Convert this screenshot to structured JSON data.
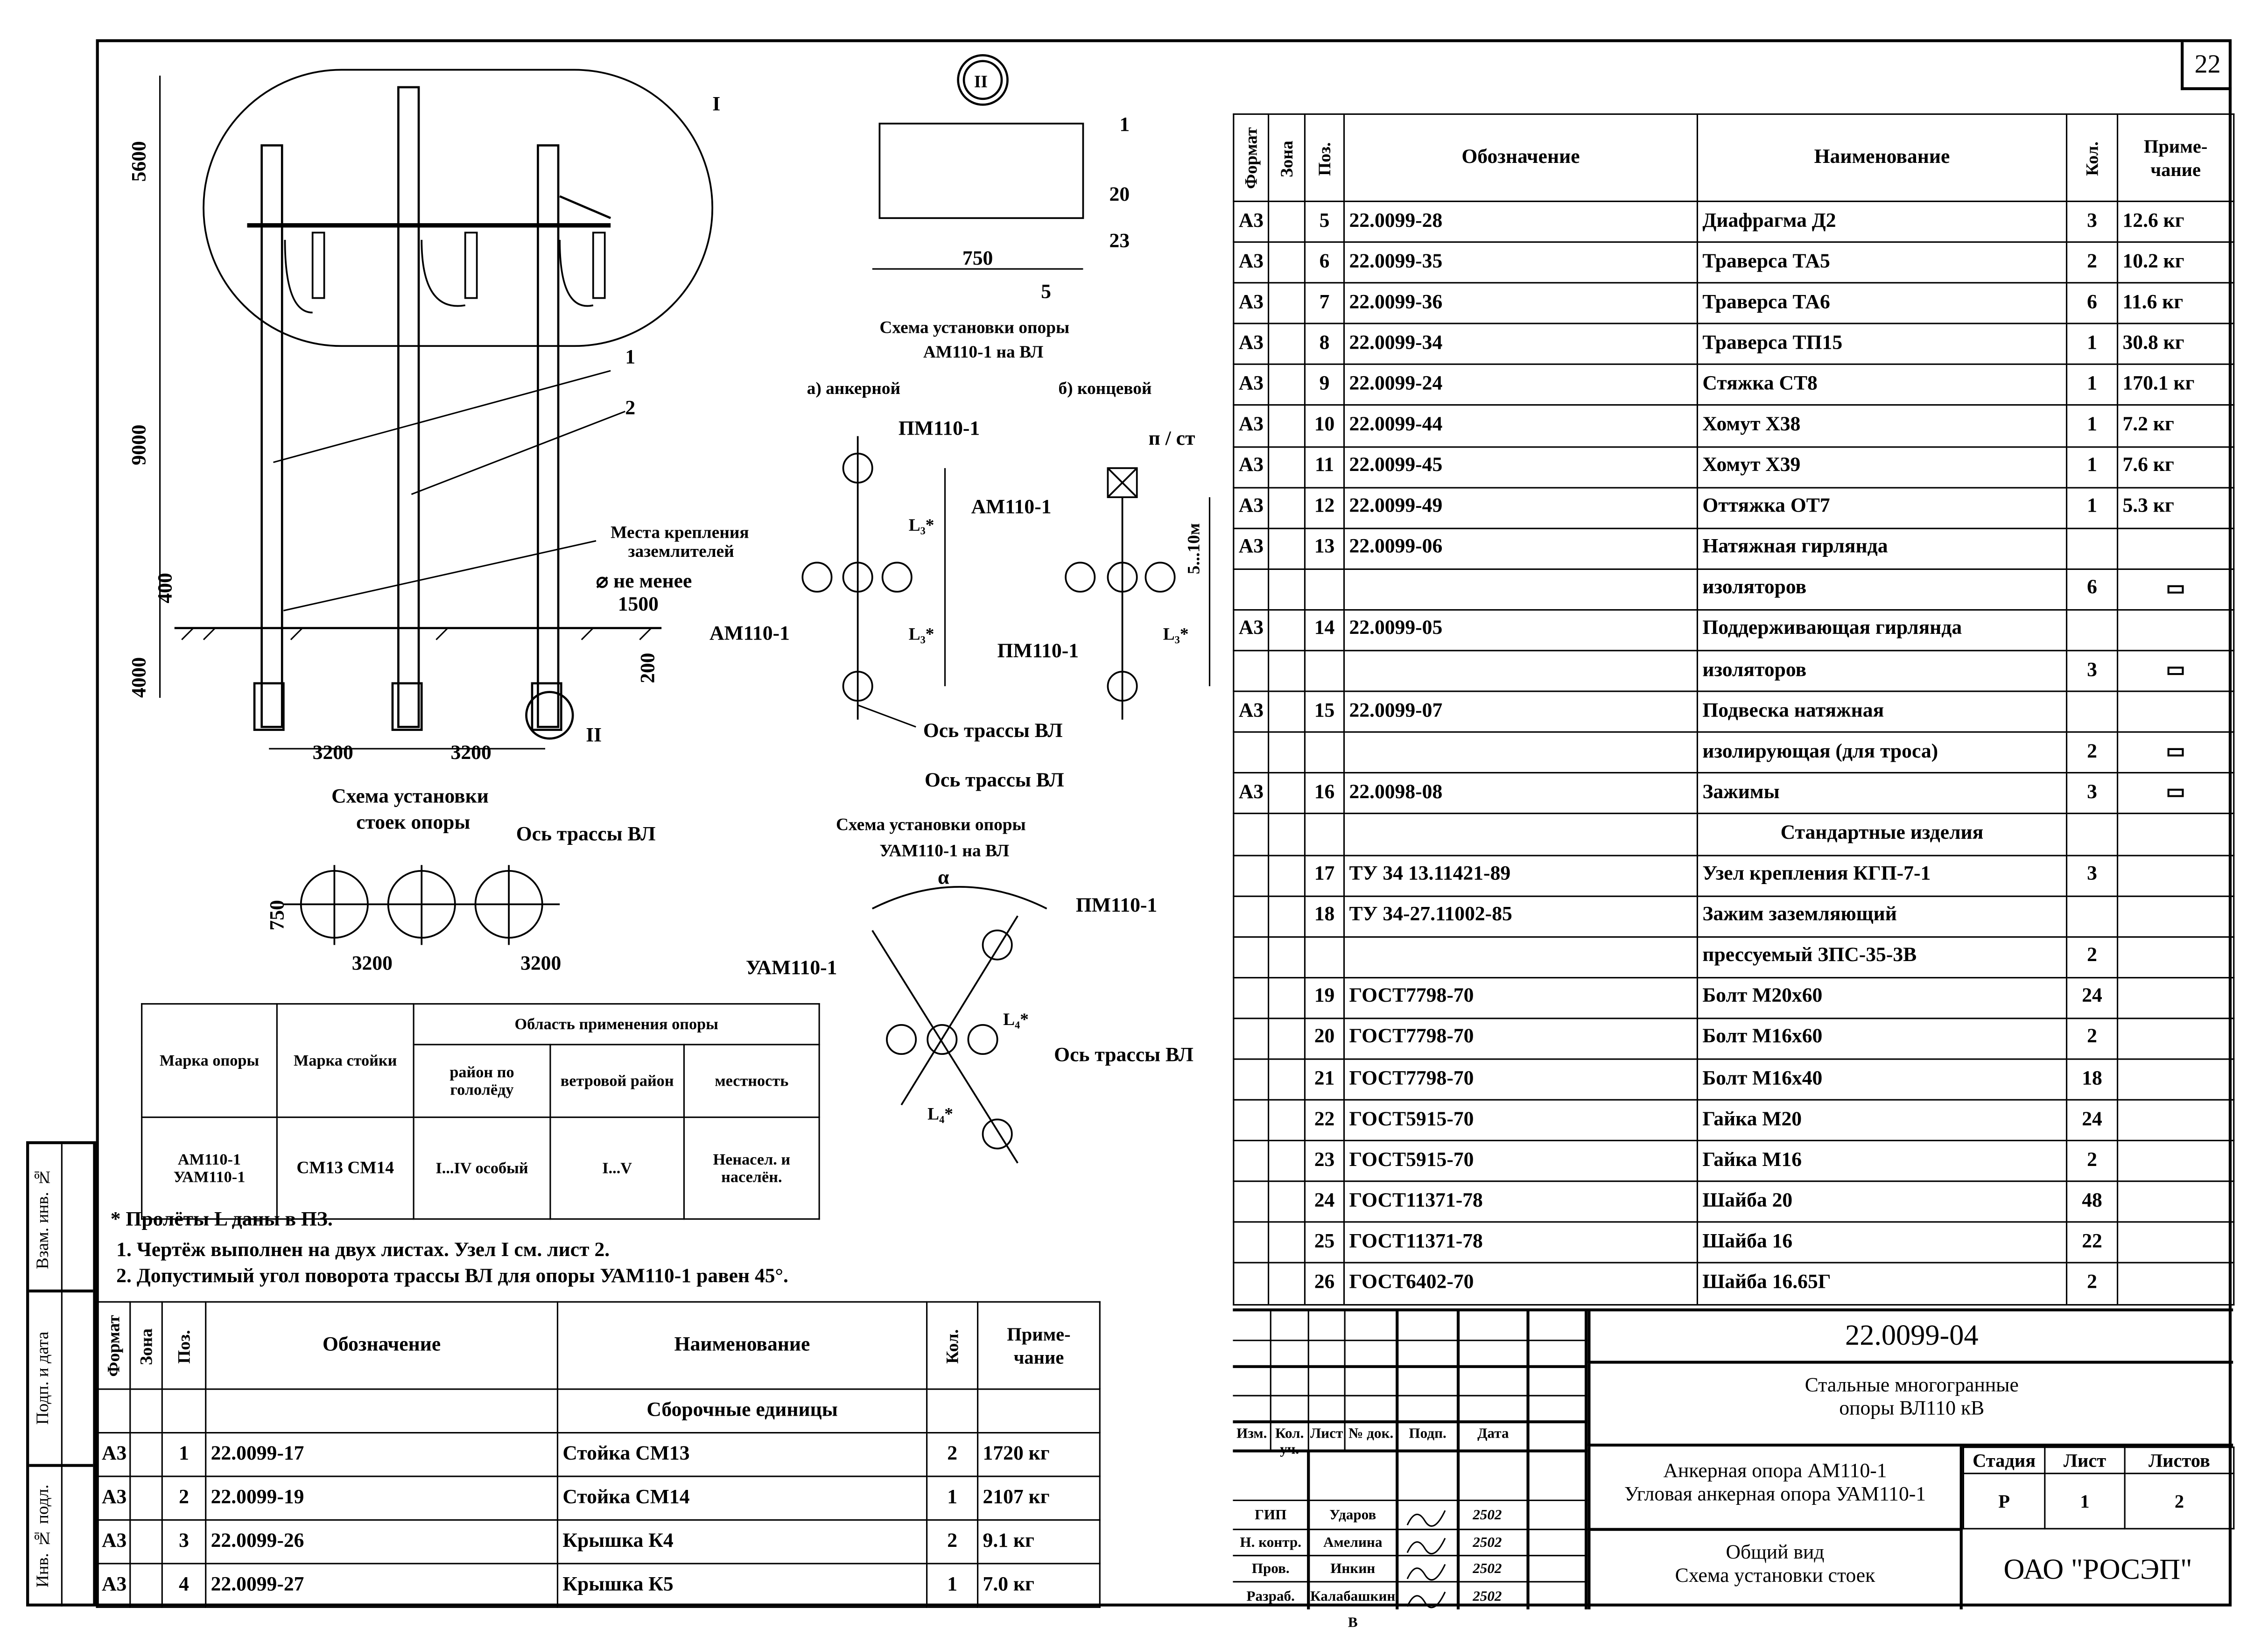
{
  "sheet_number": "22",
  "side_stamp": [
    "Взам. инв. №",
    "Подп. и дата",
    "Инв. № подл."
  ],
  "drawing": {
    "dims_vertical": [
      "5600",
      "9000",
      "400",
      "4000",
      "200"
    ],
    "dims_horizontal": [
      "3200",
      "3200"
    ],
    "callouts": [
      "I",
      "1",
      "2",
      "II"
    ],
    "grounding_label": [
      "Места крепления",
      "заземлителей"
    ],
    "min_label": "⌀ не менее",
    "min_value": "1500",
    "node_ii": {
      "mark": "II",
      "labels": [
        "1",
        "20",
        "23",
        "5"
      ],
      "dim": "750"
    },
    "scheme_am_title": [
      "Схема установки опоры",
      "АМ110-1 на ВЛ"
    ],
    "variant_a": "а) анкерной",
    "variant_b": "б) концевой",
    "labels_a": [
      "ПМ110-1",
      "АМ110-1",
      "L₃*",
      "L₃*",
      "Ось трассы ВЛ"
    ],
    "labels_b": [
      "п / ст",
      "АМ110-1",
      "5...10м",
      "L₃*",
      "ПМ110-1",
      "Ось трассы ВЛ"
    ],
    "stand_scheme_title": [
      "Схема установки",
      "стоек опоры"
    ],
    "stand_axis": "Ось трассы ВЛ",
    "stand_dims": [
      "750",
      "3200",
      "3200"
    ],
    "scheme_uam_title": [
      "Схема установки опоры",
      "УАМ110-1 на ВЛ"
    ],
    "labels_uam": [
      "α",
      "ПМ110-1",
      "УАМ110-1",
      "L₄*",
      "L₄*",
      "Ось трассы ВЛ"
    ]
  },
  "application_table": {
    "headers": [
      "Марка опоры",
      "Марка стойки",
      "Область применения опоры",
      "район по гололёду",
      "ветровой район",
      "местность"
    ],
    "row": [
      "АМ110-1 УАМ110-1",
      "СМ13 СМ14",
      "I...IV особый",
      "I...V",
      "Ненасел. и населён."
    ]
  },
  "notes": [
    "* Пролёты L   даны в ПЗ.",
    "1. Чертёж выполнен на двух листах. Узел I см. лист 2.",
    "2. Допустимый угол поворота трассы ВЛ для опоры УАМ110-1 равен 45°."
  ],
  "spec_headers": [
    "Формат",
    "Зона",
    "Поз.",
    "Обозначение",
    "Наименование",
    "Кол.",
    "Приме-чание"
  ],
  "spec_left": [
    {
      "cells": [
        "",
        "",
        "",
        "",
        "Сборочные единицы",
        "",
        ""
      ]
    },
    {
      "cells": [
        "А3",
        "",
        "1",
        "22.0099-17",
        "Стойка СМ13",
        "2",
        "1720 кг"
      ]
    },
    {
      "cells": [
        "А3",
        "",
        "2",
        "22.0099-19",
        "Стойка СМ14",
        "1",
        "2107 кг"
      ]
    },
    {
      "cells": [
        "А3",
        "",
        "3",
        "22.0099-26",
        "Крышка К4",
        "2",
        "9.1 кг"
      ]
    },
    {
      "cells": [
        "А3",
        "",
        "4",
        "22.0099-27",
        "Крышка К5",
        "1",
        "7.0 кг"
      ]
    }
  ],
  "spec_right": [
    {
      "cells": [
        "А3",
        "",
        "5",
        "22.0099-28",
        "Диафрагма Д2",
        "3",
        "12.6 кг"
      ]
    },
    {
      "cells": [
        "А3",
        "",
        "6",
        "22.0099-35",
        "Траверса ТА5",
        "2",
        "10.2 кг"
      ]
    },
    {
      "cells": [
        "А3",
        "",
        "7",
        "22.0099-36",
        "Траверса ТА6",
        "6",
        "11.6 кг"
      ]
    },
    {
      "cells": [
        "А3",
        "",
        "8",
        "22.0099-34",
        "Траверса ТП15",
        "1",
        "30.8 кг"
      ]
    },
    {
      "cells": [
        "А3",
        "",
        "9",
        "22.0099-24",
        "Стяжка СТ8",
        "1",
        "170.1 кг"
      ]
    },
    {
      "cells": [
        "А3",
        "",
        "10",
        "22.0099-44",
        "Хомут Х38",
        "1",
        "7.2 кг"
      ]
    },
    {
      "cells": [
        "А3",
        "",
        "11",
        "22.0099-45",
        "Хомут Х39",
        "1",
        "7.6 кг"
      ]
    },
    {
      "cells": [
        "А3",
        "",
        "12",
        "22.0099-49",
        "Оттяжка ОТ7",
        "1",
        "5.3 кг"
      ]
    },
    {
      "cells": [
        "А3",
        "",
        "13",
        "22.0099-06",
        "Натяжная гирлянда",
        "",
        ""
      ]
    },
    {
      "cells": [
        "",
        "",
        "",
        "",
        "изоляторов",
        "6",
        "▭"
      ]
    },
    {
      "cells": [
        "А3",
        "",
        "14",
        "22.0099-05",
        "Поддерживающая гирлянда",
        "",
        ""
      ]
    },
    {
      "cells": [
        "",
        "",
        "",
        "",
        "изоляторов",
        "3",
        "▭"
      ]
    },
    {
      "cells": [
        "А3",
        "",
        "15",
        "22.0099-07",
        "Подвеска натяжная",
        "",
        ""
      ]
    },
    {
      "cells": [
        "",
        "",
        "",
        "",
        "изолирующая (для троса)",
        "2",
        "▭"
      ]
    },
    {
      "cells": [
        "А3",
        "",
        "16",
        "22.0098-08",
        "Зажимы",
        "3",
        "▭"
      ]
    },
    {
      "cells": [
        "",
        "",
        "",
        "",
        "Стандартные изделия",
        "",
        ""
      ]
    },
    {
      "cells": [
        "",
        "",
        "17",
        "ТУ 34 13.11421-89",
        "Узел крепления КГП-7-1",
        "3",
        ""
      ]
    },
    {
      "cells": [
        "",
        "",
        "18",
        "ТУ 34-27.11002-85",
        "Зажим заземляющий",
        "",
        ""
      ]
    },
    {
      "cells": [
        "",
        "",
        "",
        "",
        "прессуемый ЗПС-35-3В",
        "2",
        ""
      ]
    },
    {
      "cells": [
        "",
        "",
        "19",
        "ГОСТ7798-70",
        "Болт М20х60",
        "24",
        ""
      ]
    },
    {
      "cells": [
        "",
        "",
        "20",
        "ГОСТ7798-70",
        "Болт М16х60",
        "2",
        ""
      ]
    },
    {
      "cells": [
        "",
        "",
        "21",
        "ГОСТ7798-70",
        "Болт М16х40",
        "18",
        ""
      ]
    },
    {
      "cells": [
        "",
        "",
        "22",
        "ГОСТ5915-70",
        "Гайка М20",
        "24",
        ""
      ]
    },
    {
      "cells": [
        "",
        "",
        "23",
        "ГОСТ5915-70",
        "Гайка М16",
        "2",
        ""
      ]
    },
    {
      "cells": [
        "",
        "",
        "24",
        "ГОСТ11371-78",
        "Шайба 20",
        "48",
        ""
      ]
    },
    {
      "cells": [
        "",
        "",
        "25",
        "ГОСТ11371-78",
        "Шайба 16",
        "22",
        ""
      ]
    },
    {
      "cells": [
        "",
        "",
        "26",
        "ГОСТ6402-70",
        "Шайба 16.65Г",
        "2",
        ""
      ]
    }
  ],
  "title_block": {
    "code": "22.0099-04",
    "title": [
      "Стальные многогранные",
      "опоры ВЛ110 кВ"
    ],
    "columns": [
      "Изм.",
      "Кол. уч.",
      "Лист",
      "№ док.",
      "Подп.",
      "Дата"
    ],
    "signers": [
      {
        "role": "ГИП",
        "name": "Ударов",
        "date": "2502"
      },
      {
        "role": "Н. контр.",
        "name": "Амелина",
        "date": "2502"
      },
      {
        "role": "Пров.",
        "name": "Инкин",
        "date": "2502"
      },
      {
        "role": "Разраб.",
        "name": "Калабашкин В",
        "date": "2502"
      }
    ],
    "object": [
      "Анкерная опора АМ110-1",
      "Угловая анкерная опора УАМ110-1"
    ],
    "sheet_title": [
      "Общий вид",
      "Схема установки стоек"
    ],
    "stage_label": "Стадия",
    "sheet_label": "Лист",
    "sheets_label": "Листов",
    "stage": "Р",
    "sheet": "1",
    "sheets": "2",
    "company": "ОАО \"РОСЭП\""
  }
}
